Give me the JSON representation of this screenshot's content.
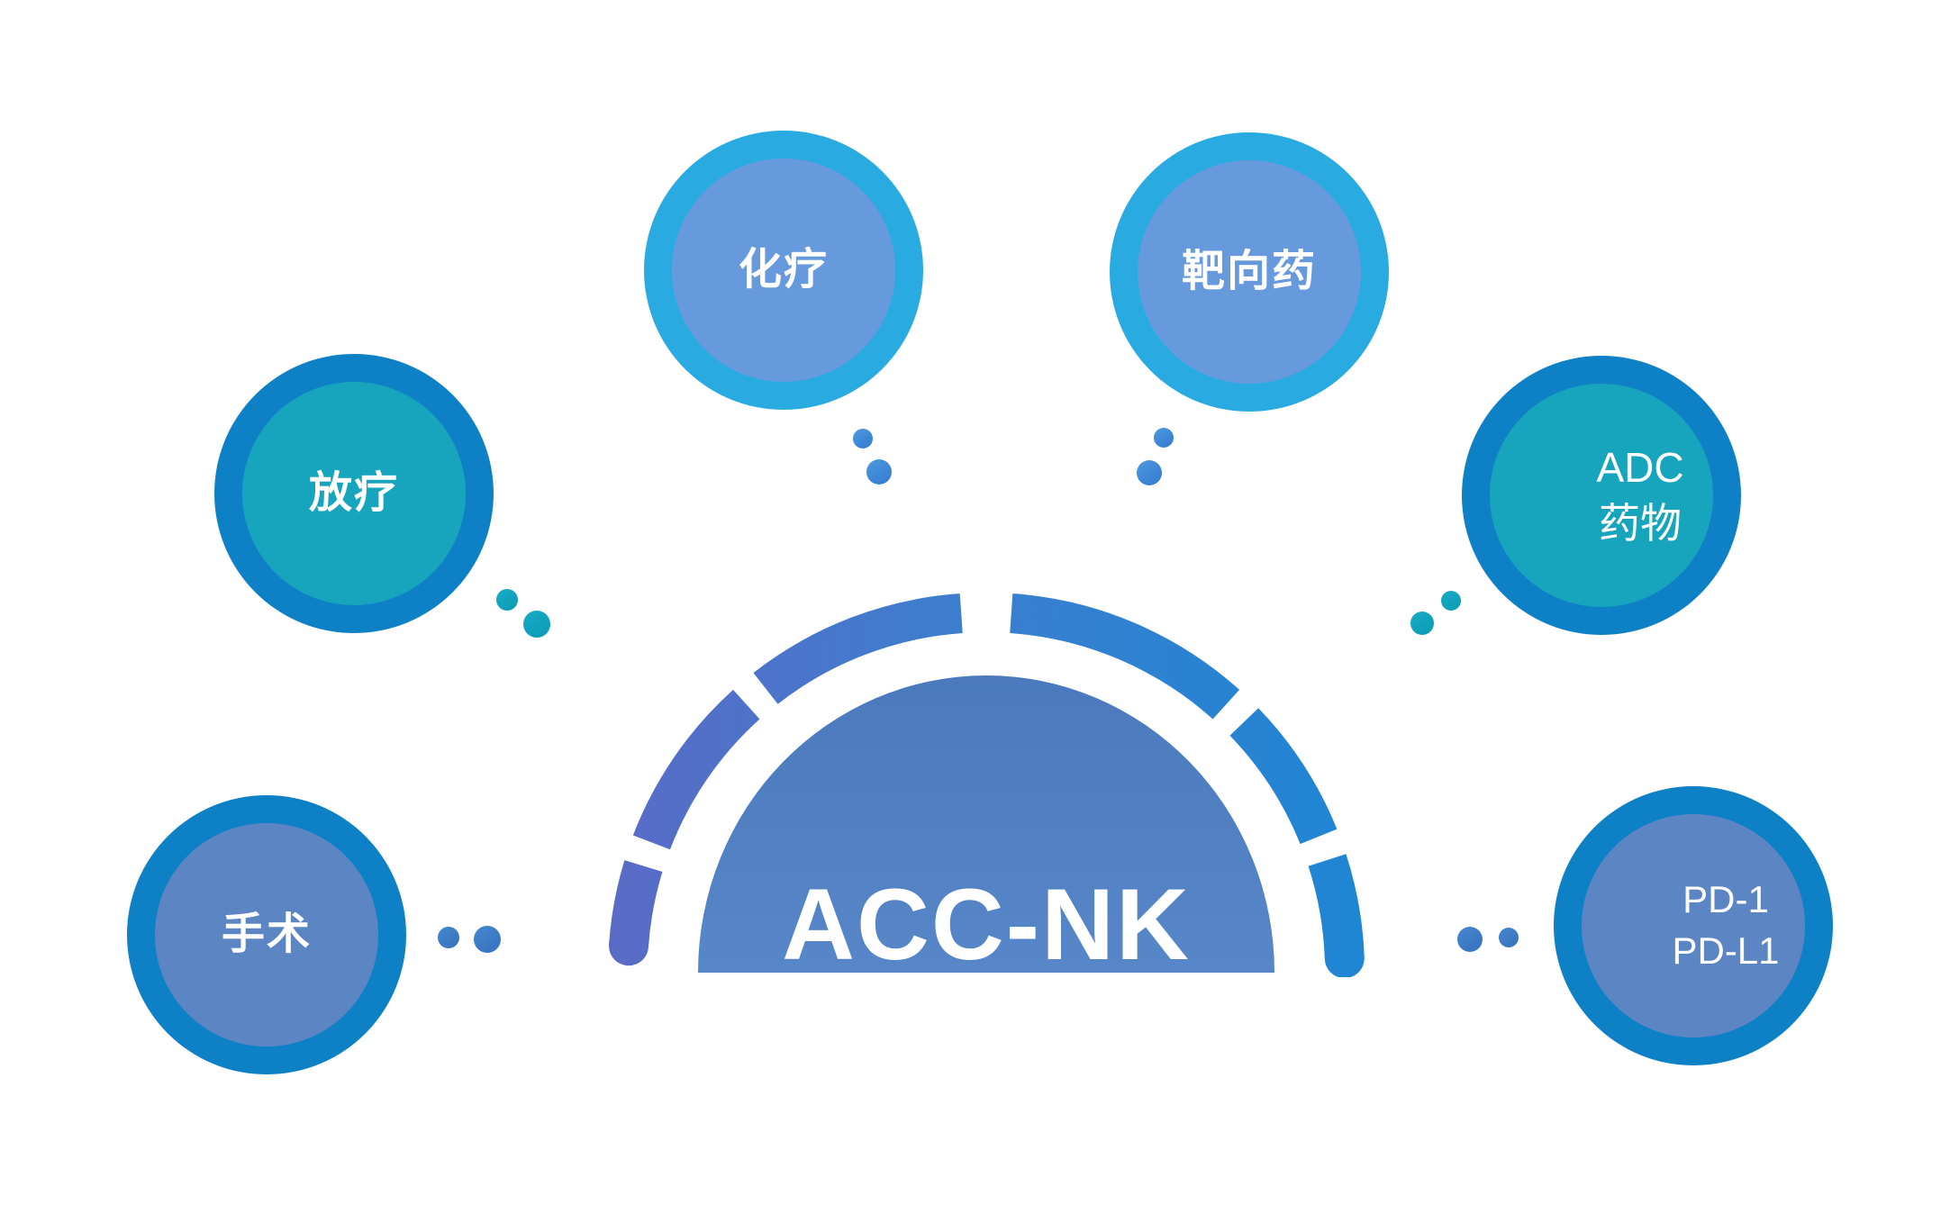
{
  "palette": {
    "ring_bright_blue": "#29ABE2",
    "ring_blue": "#0E80C6",
    "node_soft_blue": "#679ADD",
    "node_teal": "#16A5BC",
    "node_gray_blue": "#5C85C3",
    "dome_blue_top": "#4A7ABD",
    "dome_blue_bottom": "#5787C8",
    "arc_gradient_start": "#5A6BC6",
    "arc_gradient_end": "#1E86D4",
    "dot_blue_top": "#3F8CD8",
    "dot_blue_bottom": "#3C7BC6",
    "dot_teal": "#10A3BD",
    "label_text": "#FFFFFF"
  },
  "center": {
    "label": "ACC-NK"
  },
  "nodes": [
    {
      "id": "chemotherapy",
      "lines": [
        "化疗"
      ]
    },
    {
      "id": "targeted-drug",
      "lines": [
        "靶向药"
      ]
    },
    {
      "id": "radiotherapy",
      "lines": [
        "放疗"
      ]
    },
    {
      "id": "adc-drug",
      "lines": [
        "ADC",
        "药物"
      ]
    },
    {
      "id": "surgery",
      "lines": [
        "手术"
      ]
    },
    {
      "id": "pd1-pdl1",
      "lines": [
        "PD-1",
        "PD-L1"
      ]
    }
  ]
}
